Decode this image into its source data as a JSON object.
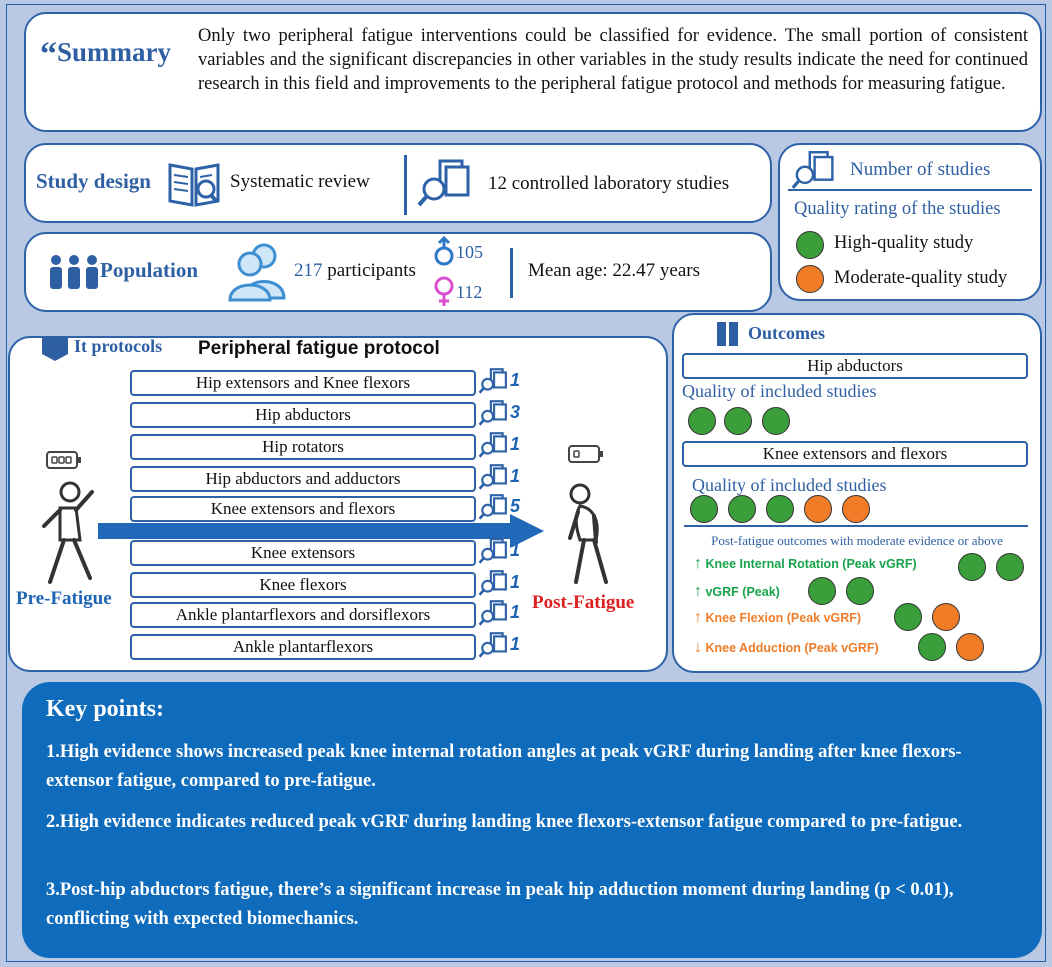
{
  "summary": {
    "quote": "“",
    "title": "Summary",
    "text": "Only two peripheral fatigue interventions could be classified for evidence. The small portion of consistent variables and the significant discrepancies in other variables in the study results indicate the need for continued research in this field and improvements to the peripheral fatigue protocol and methods for measuring fatigue."
  },
  "design": {
    "title": "Study design",
    "type": "Systematic review",
    "studies": "12 controlled laboratory studies"
  },
  "population": {
    "title": "Population",
    "count": "217",
    "count_label": " participants",
    "male": "105",
    "female": "112",
    "age": "Mean age: 22.47 years"
  },
  "legend": {
    "num_studies": "Number of studies",
    "quality_title": "Quality rating of the studies",
    "high": "High-quality study",
    "moderate": "Moderate-quality study"
  },
  "protocols": {
    "header": "It protocols",
    "title": "Peripheral fatigue protocol",
    "pre": "Pre-Fatigue",
    "post": "Post-Fatigue",
    "items": [
      {
        "label": "Hip extensors and Knee flexors",
        "count": "1"
      },
      {
        "label": "Hip abductors",
        "count": "3"
      },
      {
        "label": "Hip rotators",
        "count": "1"
      },
      {
        "label": "Hip abductors and adductors",
        "count": "1"
      },
      {
        "label": "Knee extensors and flexors",
        "count": "5"
      },
      {
        "label": "Knee extensors",
        "count": "1"
      },
      {
        "label": "Knee flexors",
        "count": "1"
      },
      {
        "label": "Ankle plantarflexors and dorsiflexors",
        "count": "1"
      },
      {
        "label": "Ankle plantarflexors",
        "count": "1"
      }
    ]
  },
  "outcomes": {
    "title": "Outcomes",
    "hip": "Hip abductors",
    "quality1": "Quality of included studies",
    "knee": "Knee extensors and flexors",
    "quality2": "Quality of included studies",
    "post_title": "Post-fatigue outcomes with moderate evidence or above",
    "r1": {
      "arrow": "↑",
      "text": "Knee Internal Rotation (Peak vGRF)"
    },
    "r2": {
      "arrow": "↑",
      "text": "vGRF (Peak)"
    },
    "r3": {
      "arrow": "↑",
      "text": "Knee Flexion (Peak vGRF)"
    },
    "r4": {
      "arrow": "↓",
      "text": "Knee Adduction (Peak vGRF)"
    }
  },
  "key": {
    "title": "Key points:",
    "p1": "1.High evidence shows increased peak knee internal rotation angles at peak vGRF during landing after knee flexors-extensor fatigue, compared to pre-fatigue.",
    "p2": "2.High evidence indicates reduced peak vGRF during landing knee flexors-extensor fatigue compared to pre-fatigue.",
    "p3": "3.Post-hip abductors fatigue, there’s a significant increase in peak hip adduction moment during landing (p < 0.01), conflicting with expected biomechanics."
  },
  "colors": {
    "green": "#3a9e3a",
    "orange": "#f07c28",
    "blue": "#2e5fa3",
    "key_bg": "#0f6bbb"
  }
}
